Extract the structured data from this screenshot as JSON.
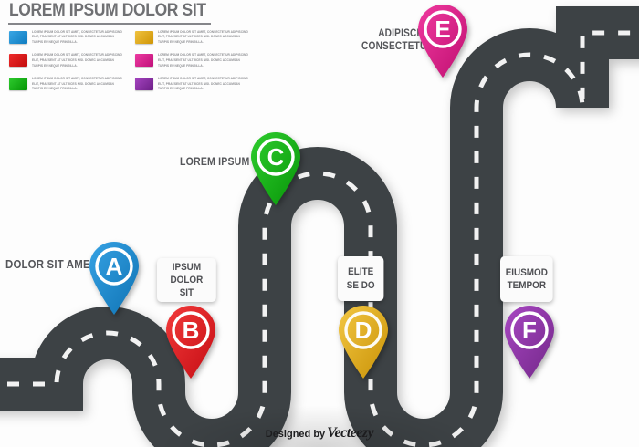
{
  "legend": {
    "title": "LOREM IPSUM DOLOR SIT",
    "items": [
      {
        "color": "#1a8ed1",
        "text": "LOREM IPSUM DOLOR SIT AMET, CONSECTETUR ADIPISCING ELIT, PRAESENT AT ULTRICES NISI. DONEC ACCUMSAN TURPIS EU NEQUE FRINGILLA."
      },
      {
        "color": "#e2a919",
        "text": "LOREM IPSUM DOLOR SIT AMET, CONSECTETUR ADIPISCING ELIT, PRAESENT AT ULTRICES NISI. DONEC ACCUMSAN TURPIS EU NEQUE FRINGILLA."
      },
      {
        "color": "#dd1a1a",
        "text": "LOREM IPSUM DOLOR SIT AMET, CONSECTETUR ADIPISCING ELIT, PRAESENT AT ULTRICES NISI. DONEC ACCUMSAN TURPIS EU NEQUE FRINGILLA."
      },
      {
        "color": "#d81f8f",
        "text": "LOREM IPSUM DOLOR SIT AMET, CONSECTETUR ADIPISCING ELIT, PRAESENT AT ULTRICES NISI. DONEC ACCUMSAN TURPIS EU NEQUE FRINGILLA."
      },
      {
        "color": "#12b012",
        "text": "LOREM IPSUM DOLOR SIT AMET, CONSECTETUR ADIPISCING ELIT, PRAESENT AT ULTRICES NISI. DONEC ACCUMSAN TURPIS EU NEQUE FRINGILLA."
      },
      {
        "color": "#8b2aa8",
        "text": "LOREM IPSUM DOLOR SIT AMET, CONSECTETUR ADIPISCING ELIT, PRAESENT AT ULTRICES NISI. DONEC ACCUMSAN TURPIS EU NEQUE FRINGILLA."
      }
    ]
  },
  "road": {
    "surface_color": "#3d4245",
    "dash_color": "#f2f2f2",
    "background_color": "#fdfdfd"
  },
  "markers": [
    {
      "letter": "A",
      "color": "#1e8fd5",
      "color_dark": "#0f6fae",
      "label": "DOLOR SIT AMET",
      "label_style": "plain"
    },
    {
      "letter": "B",
      "color": "#ec1c24",
      "color_dark": "#bf1017",
      "label": "IPSUM DOLOR\nSIT",
      "label_style": "callout"
    },
    {
      "letter": "C",
      "color": "#16b516",
      "color_dark": "#0b8c0b",
      "label": "LOREM IPSUM",
      "label_style": "plain"
    },
    {
      "letter": "D",
      "color": "#e8b51d",
      "color_dark": "#c08f09",
      "label": "ELITE\nSE DO",
      "label_style": "callout"
    },
    {
      "letter": "E",
      "color": "#e6218f",
      "color_dark": "#b3106c",
      "label": "ADIPISCING\nCONSECTETUR",
      "label_style": "plain"
    },
    {
      "letter": "F",
      "color": "#9a34b5",
      "color_dark": "#732889",
      "label": "EIUSMOD\nTEMPOR",
      "label_style": "callout"
    }
  ],
  "footer": {
    "prefix": "Designed by",
    "brand": "Vecteezy"
  }
}
